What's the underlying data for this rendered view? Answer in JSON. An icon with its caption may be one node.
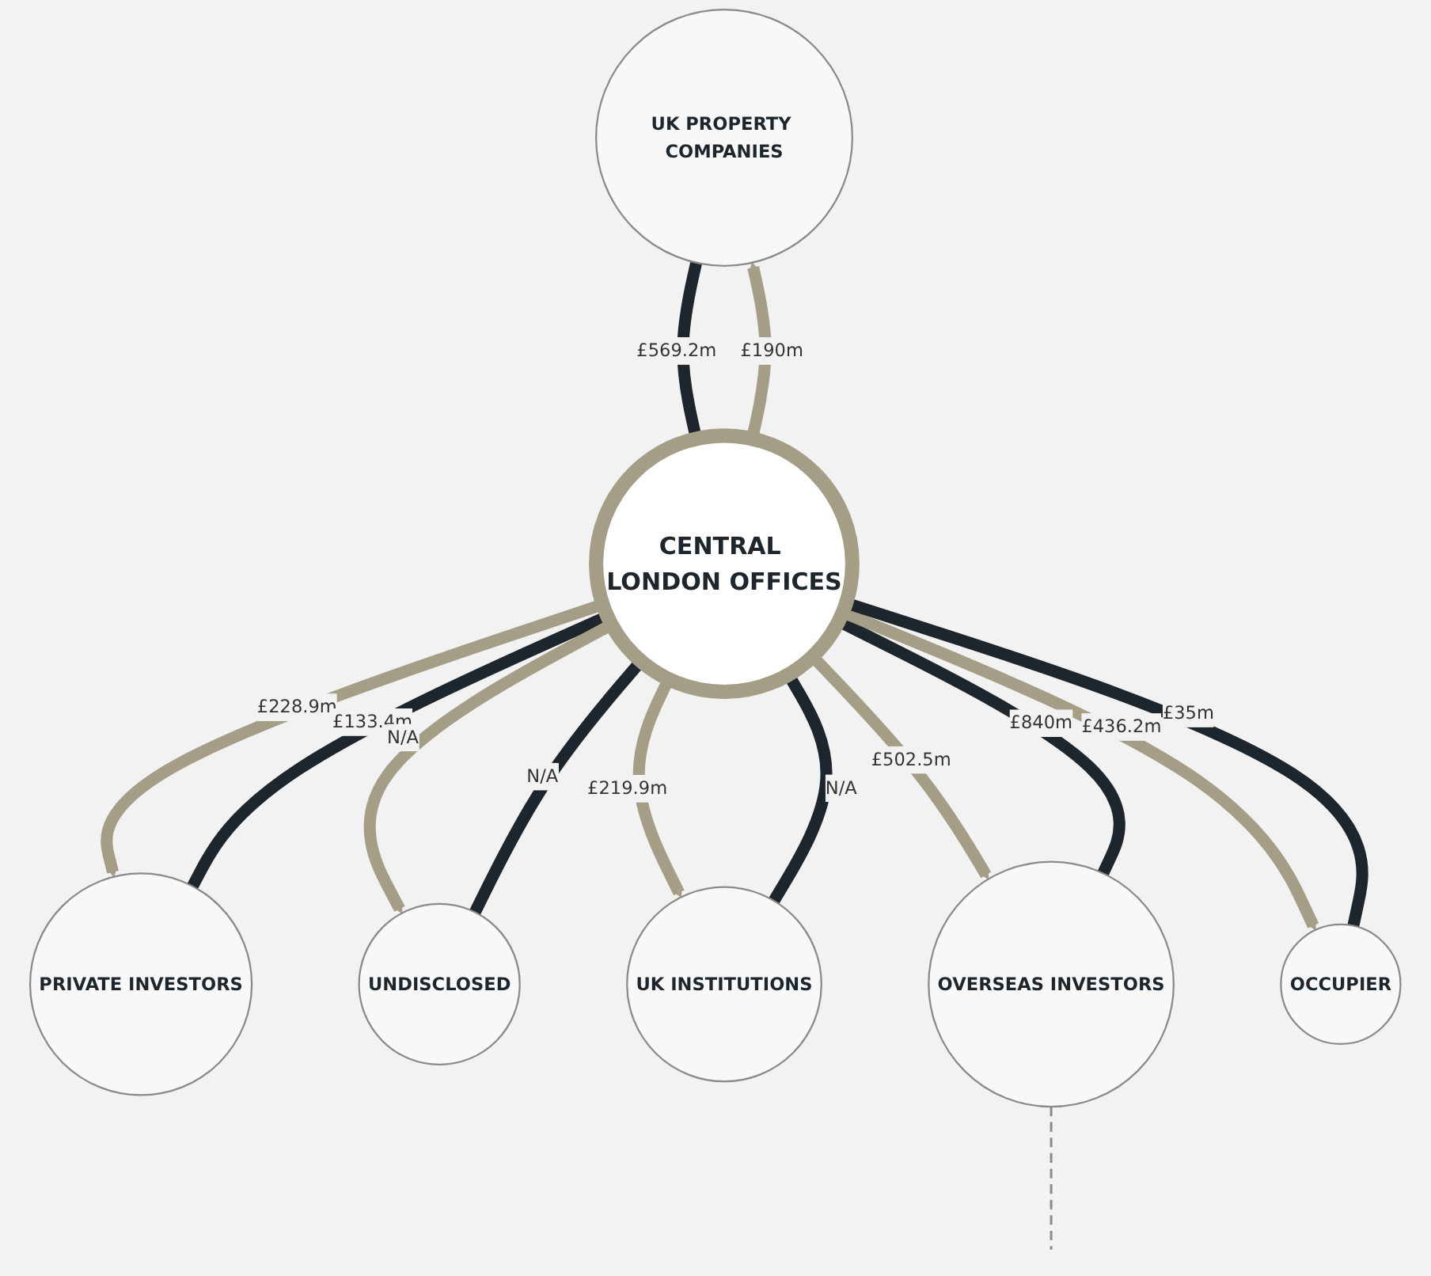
{
  "diagram": {
    "nodes": [
      {
        "text": [
          "UK PROPERTY COMPANIES"
        ]
      },
      {
        "text": [
          "PRIVATE INVESTORS"
        ]
      },
      {
        "text": [
          "UNDISCLOSED"
        ]
      },
      {
        "text": [
          "CENTRAL LONDON OFFICES"
        ]
      },
      {
        "text": [
          "UK INSTITUTIONS"
        ]
      },
      {
        "text": [
          "OVERSEAS INVESTORS"
        ]
      },
      {
        "text": [
          "OCCUPIER"
        ]
      }
    ],
    "edges": [
      {
        "from": 0,
        "to": 3,
        "arrow": "to",
        "label": "£569.2m",
        "color": "#1e262d"
      },
      {
        "from": 3,
        "to": 0,
        "arrow": "to",
        "label": "£190m",
        "color": "#a59e87"
      },
      {
        "from": 3,
        "to": 1,
        "arrow": "to",
        "label": "£228.9m",
        "color": "#a59e87"
      },
      {
        "from": 1,
        "to": 3,
        "arrow": "to",
        "label": "£133.4m",
        "color": "#1e262d"
      },
      {
        "from": 2,
        "to": 3,
        "arrow": "to",
        "label": "N/A",
        "color": "#1e262d"
      },
      {
        "from": 3,
        "to": 2,
        "arrow": "to",
        "label": "N/A",
        "color": "#a59e87"
      },
      {
        "from": 3,
        "to": 4,
        "arrow": "to",
        "label": "£219.9m",
        "color": "#a59e87"
      },
      {
        "from": 4,
        "to": 3,
        "arrow": "to",
        "label": "N/A",
        "color": "#1e262d"
      },
      {
        "from": 5,
        "to": 3,
        "arrow": "to",
        "label": "£840m",
        "color": "#1e262d"
      },
      {
        "from": 3,
        "to": 5,
        "arrow": "to",
        "label": "£502.5m",
        "color": "#a59e87"
      },
      {
        "from": 3,
        "to": 6,
        "arrow": "to",
        "label": "£436.2m",
        "color": "#a59e87"
      },
      {
        "from": 6,
        "to": 3,
        "arrow": "to",
        "label": "£35m",
        "color": "#1e262d"
      },
      {
        "from": 5,
        "to": null,
        "arrow": "none",
        "style": "dashed",
        "color": "#8a8a8a"
      }
    ]
  }
}
